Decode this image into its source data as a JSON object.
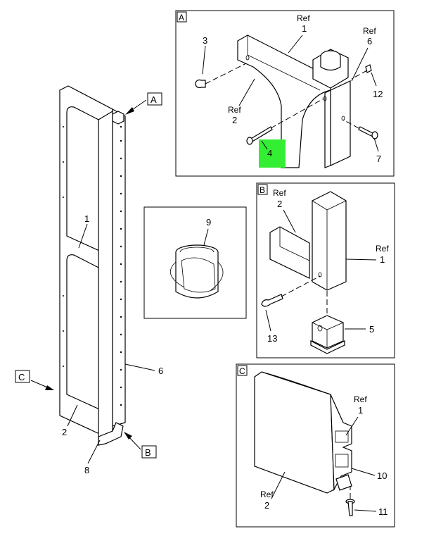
{
  "frames": {
    "A": "A",
    "B": "B",
    "C": "C"
  },
  "callouts": {
    "A_main": "A",
    "B_main": "B",
    "C_main": "C",
    "main_1": "1",
    "main_2": "2",
    "main_6": "6",
    "main_8": "8",
    "a_3": "3",
    "a_ref1_ref": "Ref",
    "a_ref1_num": "1",
    "a_ref6_ref": "Ref",
    "a_ref6_num": "6",
    "a_ref2_ref": "Ref",
    "a_ref2_num": "2",
    "a_12": "12",
    "a_4": "4",
    "a_7": "7",
    "b_ref2_ref": "Ref",
    "b_ref2_num": "2",
    "b_ref1_ref": "Ref",
    "b_ref1_num": "1",
    "b_13": "13",
    "b_5": "5",
    "c_ref1_ref": "Ref",
    "c_ref1_num": "1",
    "c_10": "10",
    "c_ref2_ref": "Ref",
    "c_ref2_num": "2",
    "c_11": "11",
    "paint_9": "9"
  },
  "colors": {
    "highlight": "#33ee33",
    "line": "#000000",
    "background": "#ffffff"
  }
}
